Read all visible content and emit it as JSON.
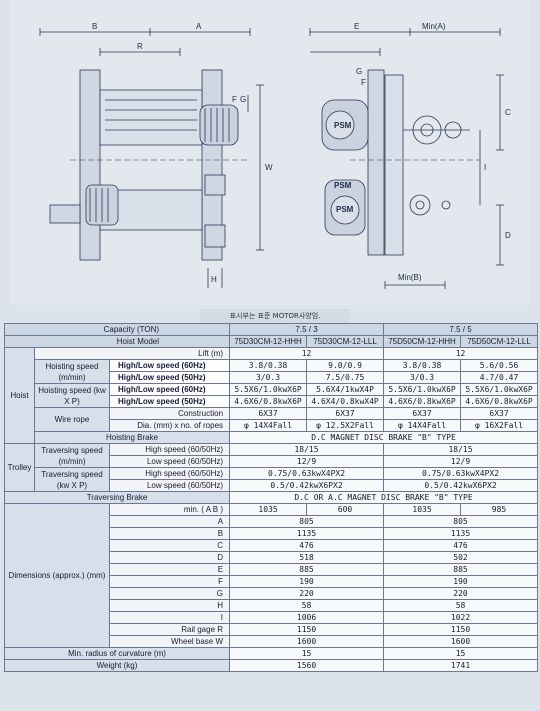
{
  "drawing": {
    "labels": {
      "b": "B",
      "a": "A",
      "r": "R",
      "e": "E",
      "min_a": "Min(A)",
      "g": "G",
      "f": "F",
      "i": "I",
      "w": "W",
      "h": "H",
      "c": "C",
      "d": "D",
      "min_b": "Min(B)",
      "motor1": "PSM",
      "motor2": "PSM",
      "motor3": "PSM"
    }
  },
  "caption": "표시부는 표준 MOTOR사양임.",
  "table": {
    "capacity_label": "Capacity (TON)",
    "cap_75_3": "7.5 / 3",
    "cap_75_5": "7.5 / 5",
    "hoist_model_label": "Hoist Model",
    "models": [
      "75D30CM-12-HHH",
      "75D30CM-12-LLL",
      "75D50CM-12-HHH",
      "75D50CM-12-LLL"
    ],
    "hoist_label": "Hoist",
    "lift_label": "Lift (m)",
    "lift_3": "12",
    "lift_5": "12",
    "hoisting_speed_label": "Hoisting speed (m/min)",
    "hoisting_kw_label": "Hoisting speed (kw X P)",
    "hs60": "High/Low speed (60Hz)",
    "hs50": "High/Low speed (50Hz)",
    "speed60": [
      "3.8/0.38",
      "9.0/0.9",
      "3.8/0.38",
      "5.6/0.56"
    ],
    "speed50": [
      "3/0.3",
      "7.5/0.75",
      "3/0.3",
      "4.7/0.47"
    ],
    "kw60": [
      "5.5X6/1.0kwX6P",
      "5.6X4/1kwX4P",
      "5.5X6/1.0kwX6P",
      "5.5X6/1.0kwX6P"
    ],
    "kw50": [
      "4.6X6/0.8kwX6P",
      "4.6X4/0.8kwX4P",
      "4.6X6/0.8kwX6P",
      "4.6X6/0.8kwX6P"
    ],
    "wire_rope_label": "Wire rope",
    "construction_label": "Construction",
    "construction": [
      "6X37",
      "6X37",
      "6X37",
      "6X37"
    ],
    "dia_label": "Dia. (mm) x no. of ropes",
    "dia": [
      "φ 14X4Fall",
      "φ 12.5X2Fall",
      "φ 14X4Fall",
      "φ 16X2Fall"
    ],
    "hoisting_brake_label": "Hoisting Brake",
    "hoisting_brake": "D.C MAGNET DISC BRAKE \"B\" TYPE",
    "trolley_label": "Trolley",
    "trav_speed_label": "Traversing speed (m/min)",
    "trav_kw_label": "Traversing speed (kw X P)",
    "high_speed": "High speed (60/50Hz)",
    "low_speed": "Low speed (60/50Hz)",
    "trav_high": [
      "18/15",
      "18/15"
    ],
    "trav_low": [
      "12/9",
      "12/9"
    ],
    "trav_kw_high": [
      "0.75/0.63kwX4PX2",
      "0.75/0.63kwX4PX2"
    ],
    "trav_kw_low": [
      "0.5/0.42kwX6PX2",
      "0.5/0.42kwX6PX2"
    ],
    "traversing_brake_label": "Traversing Brake",
    "traversing_brake": "D.C OR A.C MAGNET DISC BRAKE \"B\" TYPE",
    "dimensions_label": "Dimensions (approx.) (mm)",
    "dim_rows": [
      {
        "key": "min.  ( A  B )",
        "v": [
          "1035",
          "600",
          "1035",
          "985"
        ]
      },
      {
        "key": "A",
        "v": [
          "805",
          "805"
        ]
      },
      {
        "key": "B",
        "v": [
          "1135",
          "1135"
        ]
      },
      {
        "key": "C",
        "v": [
          "476",
          "476"
        ]
      },
      {
        "key": "D",
        "v": [
          "518",
          "502"
        ]
      },
      {
        "key": "E",
        "v": [
          "885",
          "885"
        ]
      },
      {
        "key": "F",
        "v": [
          "190",
          "190"
        ]
      },
      {
        "key": "G",
        "v": [
          "220",
          "220"
        ]
      },
      {
        "key": "H",
        "v": [
          "58",
          "58"
        ]
      },
      {
        "key": "I",
        "v": [
          "1006",
          "1022"
        ]
      },
      {
        "key": "Rail gage R",
        "v": [
          "1150",
          "1150"
        ]
      },
      {
        "key": "Wheel base W",
        "v": [
          "1600",
          "1600"
        ]
      }
    ],
    "min_radius_label": "Min. radius of curvature  (m)",
    "min_radius": [
      "15",
      "15"
    ],
    "weight_label": "Weight  (kg)",
    "weight": [
      "1560",
      "1741"
    ]
  }
}
